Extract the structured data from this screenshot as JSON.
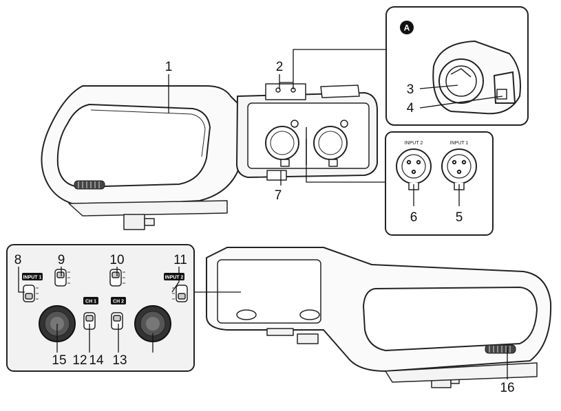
{
  "callouts": {
    "c1": "1",
    "c2": "2",
    "c3": "3",
    "c4": "4",
    "c5": "5",
    "c6": "6",
    "c7": "7",
    "c8": "8",
    "c9": "9",
    "c10": "10",
    "c11": "11",
    "c12": "12",
    "c13": "13",
    "c14": "14",
    "c15": "15",
    "c16": "16"
  },
  "inset_a": {
    "badge": "A"
  },
  "inset_xlr": {
    "input2": "INPUT 2",
    "input1": "INPUT 1"
  },
  "control_panel": {
    "input1_chip": "INPUT 1",
    "input2_chip": "INPUT 2",
    "ch1_chip": "CH 1",
    "ch2_chip": "CH 2"
  }
}
